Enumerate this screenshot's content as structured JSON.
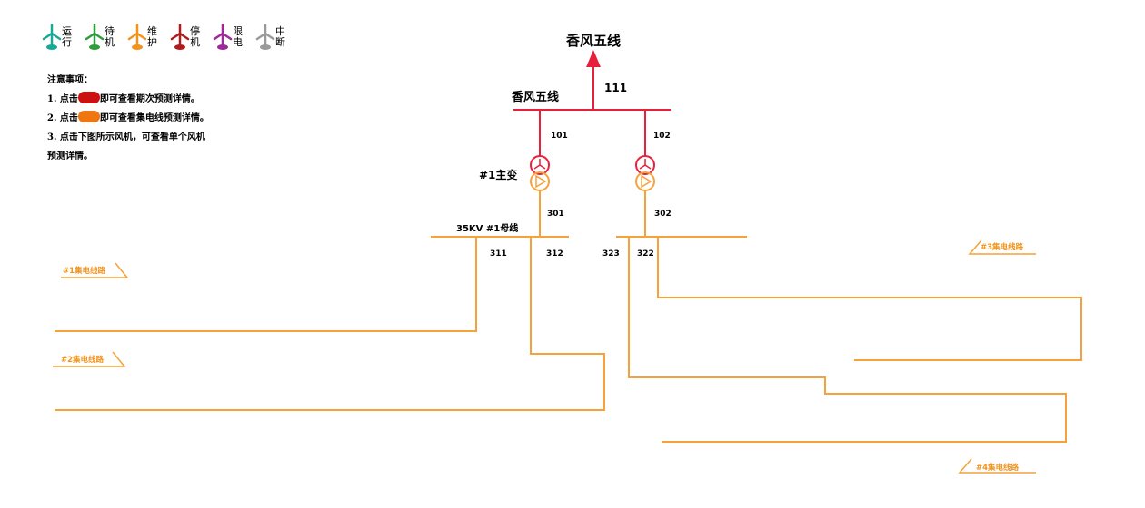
{
  "legend": [
    {
      "label": "运行",
      "color": "#1aa89a"
    },
    {
      "label": "待机",
      "color": "#2f9e3a"
    },
    {
      "label": "维护",
      "color": "#f0941e"
    },
    {
      "label": "停机",
      "color": "#b01c1c"
    },
    {
      "label": "限电",
      "color": "#a0289a"
    },
    {
      "label": "中断",
      "color": "#9a9a9a"
    }
  ],
  "notes": {
    "title": "注意事项：",
    "item1_prefix": "1. 点击",
    "item1_suffix": "即可查看期次预测详情。",
    "item1_pill_color": "#cc1111",
    "item2_prefix": "2. 点击",
    "item2_suffix": "即可查看集电线预测详情。",
    "item2_pill_color": "#ee7711",
    "item3": "3. 点击下图所示风机，可查看单个风机预测详情。"
  },
  "diagram": {
    "top_line_label": "香风五线",
    "bus_label": "香风五线",
    "breaker_111": "111",
    "breaker_101": "101",
    "breaker_102": "102",
    "transformer_label": "#1主变",
    "breaker_301": "301",
    "breaker_302": "302",
    "low_bus_label": "35KV  #1母线",
    "feeder_311": "311",
    "feeder_312": "312",
    "feeder_323": "323",
    "feeder_322": "322",
    "collector_1": "#1集电线路",
    "collector_2": "#2集电线路",
    "collector_3": "#3集电线路",
    "collector_4": "#4集电线路",
    "hv_color": "#e8203a",
    "lv_color": "#f4a23c"
  }
}
